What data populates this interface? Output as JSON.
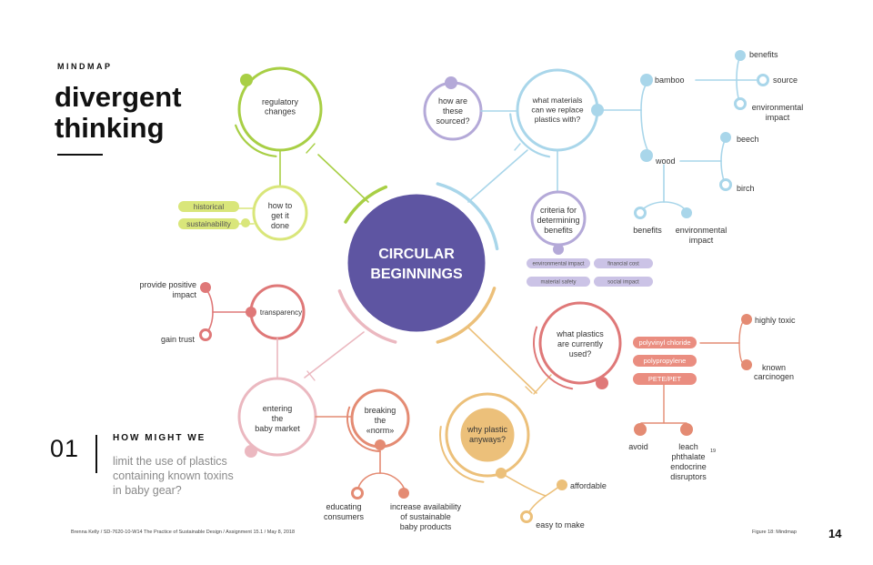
{
  "header": {
    "eyebrow": "MINDMAP",
    "title": "divergent thinking"
  },
  "prompt": {
    "number": "01",
    "heading": "HOW MIGHT WE",
    "text": "limit the use of plastics containing known toxins in baby gear?"
  },
  "footer": {
    "credit": "Brenna Kelly / SD-7620-10-W14 The Practice of Sustainable Design / Assignment 15.1 / May 8, 2018",
    "figure": "Figure 18: Mindmap",
    "page": "14"
  },
  "colors": {
    "center": "#5e55a2",
    "green": "#a8cf45",
    "blue": "#a9d6ea",
    "lavender": "#b4a9d8",
    "red": "#df7878",
    "pink": "#ebb8c0",
    "salmon": "#e48b73",
    "orange": "#ecc07a"
  },
  "map": {
    "center": "CIRCULAR BEGINNINGS",
    "regulatory": {
      "node": "regulatory changes",
      "sub": "how to get it done",
      "tags": [
        "historical",
        "sustainability"
      ]
    },
    "materials": {
      "node": "what materials can we replace plastics with?",
      "sourced": "how are these sourced?",
      "bamboo": "bamboo",
      "bamboo_leaves": [
        "benefits",
        "source",
        "environmental impact"
      ],
      "wood": "wood",
      "wood_leaves": [
        "beech",
        "birch",
        "benefits",
        "environmental impact"
      ],
      "criteria": "criteria for determining benefits",
      "criteria_tags": [
        "environmental impact",
        "financial cost",
        "material safety",
        "social impact"
      ]
    },
    "transparency": {
      "node": "transparency",
      "leaves": [
        "provide positive impact",
        "gain trust"
      ]
    },
    "baby_market": {
      "node": "entering the baby market",
      "norm": "breaking the «norm»",
      "leaves": [
        "educating consumers",
        "increase availability of sustainable baby products"
      ]
    },
    "plastics": {
      "node": "what plastics are currently used?",
      "types": [
        "polyvinyl chloride",
        "polypropylene",
        "PETE/PET"
      ],
      "hazards": [
        "highly toxic",
        "known carcinogen"
      ],
      "actions": [
        "avoid",
        "leach phthalate endocrine disruptors"
      ],
      "footnote": "19"
    },
    "why": {
      "node": "why plastic anyways?",
      "leaves": [
        "affordable",
        "easy to make"
      ]
    }
  }
}
